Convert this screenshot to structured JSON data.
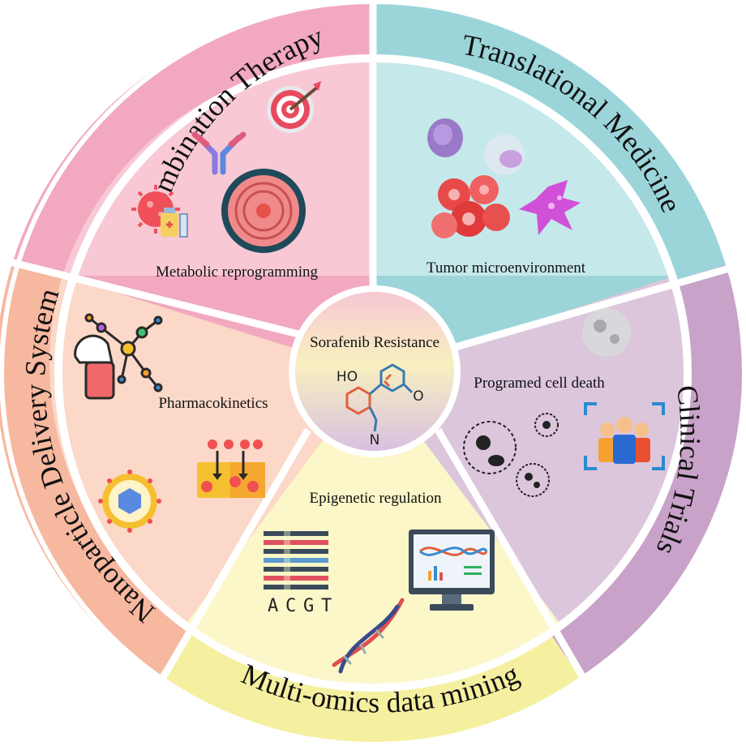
{
  "center": {
    "title": "Sorafenib Resistance",
    "molecule_labels": [
      "HO",
      "N",
      "O"
    ]
  },
  "sections": [
    {
      "outer_label": "Combination Therapy",
      "inner_label": "Metabolic reprogramming",
      "color_outer": "#f2a9bf",
      "color_inner": "#f8c8d5"
    },
    {
      "outer_label": "Translational Medicine",
      "inner_label": "Tumor microenvironment",
      "color_outer": "#9bd5da",
      "color_inner": "#c5e8eb"
    },
    {
      "outer_label": "Clinical Trials",
      "inner_label": "Programed cell death",
      "color_outer": "#c8a2c8",
      "color_inner": "#dcc6dc"
    },
    {
      "outer_label": "Multi-omics data mining",
      "inner_label": "Epigenetic regulation",
      "color_outer": "#f5f0a0",
      "color_inner": "#fbf7c8"
    },
    {
      "outer_label": "Nanoparticle Delivery System",
      "inner_label": "Pharmacokinetics",
      "color_outer": "#f7b8a0",
      "color_inner": "#fbd8c8"
    }
  ],
  "dna_letters": [
    "A",
    "C",
    "G",
    "T"
  ],
  "icons": [
    "target-icon",
    "antibody-icon",
    "virus-icon",
    "syringe-bottle-icon",
    "mitochondria-cell-icon",
    "cell-icon",
    "macrophage-icon",
    "tumor-cells-icon",
    "cancer-cell-icon",
    "necrotic-cell-icon",
    "apoptotic-cell-icon",
    "patients-group-icon",
    "sequence-icon",
    "dna-helix-icon",
    "monitor-analytics-icon",
    "capsule-icon",
    "molecule-network-icon",
    "liposome-icon",
    "membrane-transport-icon"
  ]
}
